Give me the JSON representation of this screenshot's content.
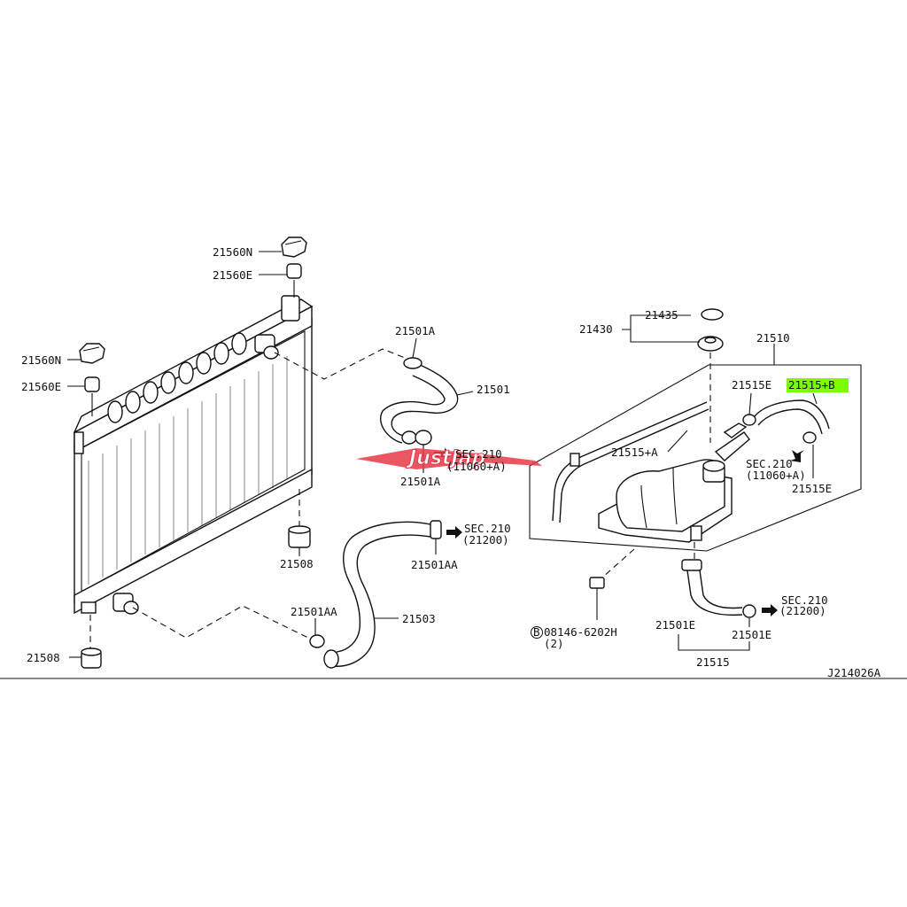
{
  "diagram_code": "J214026A",
  "watermark": "JustJap",
  "colors": {
    "highlight": "#7CFC00",
    "ink": "#111111",
    "watermark": "#e63946"
  },
  "labels": {
    "p21560N_a": "21560N",
    "p21560E_a": "21560E",
    "p21560N_b": "21560N",
    "p21560E_b": "21560E",
    "p21501A_a": "21501A",
    "p21501": "21501",
    "p21501A_b": "21501A",
    "sec210_a": "SEC.210",
    "sec210_a_ref": "(11060+A)",
    "p21508_a": "21508",
    "p21508_b": "21508",
    "p21501AA_a": "21501AA",
    "p21501AA_b": "21501AA",
    "sec210_b": "SEC.210",
    "sec210_b_ref": "(21200)",
    "p21503": "21503",
    "p21435": "21435",
    "p21430": "21430",
    "p21510": "21510",
    "p21515E_a": "21515E",
    "p21515B": "21515+B",
    "p21515A": "21515+A",
    "sec210_c": "SEC.210",
    "sec210_c_ref": "(11060+A)",
    "p21515E_b": "21515E",
    "bolt_symbol": "B",
    "bolt": "08146-6202H",
    "bolt_qty": "(2)",
    "p21501E_a": "21501E",
    "p21501E_b": "21501E",
    "sec210_d": "SEC.210",
    "sec210_d_ref": "(21200)",
    "p21515": "21515"
  }
}
